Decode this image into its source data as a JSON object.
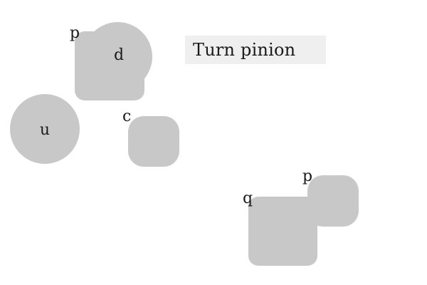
{
  "instruction": "Turn pinion",
  "shapes": {
    "d": {
      "label": "d",
      "corner_label": "p"
    },
    "u": {
      "label": "u"
    },
    "c": {
      "corner_label": "c"
    },
    "pair_q": {
      "corner_label": "q"
    },
    "pair_p": {
      "corner_label": "p"
    }
  },
  "colors": {
    "shape_fill": "#c8c8c8",
    "instruction_background": "#efefef",
    "text": "#1a1a1a",
    "page_background": "#ffffff"
  }
}
